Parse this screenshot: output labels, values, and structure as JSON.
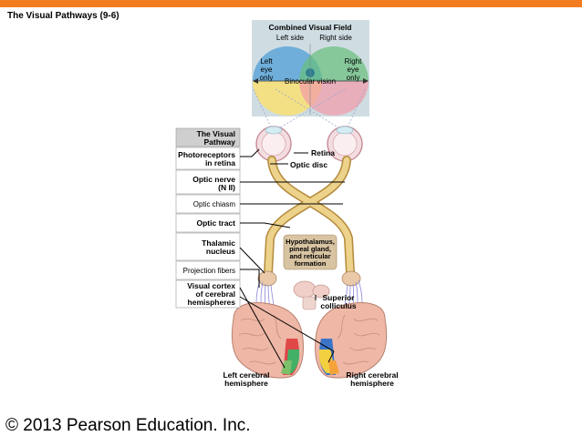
{
  "slide": {
    "title": "The Visual Pathways (9-6)",
    "copyright": "© 2013 Pearson Education. Inc.",
    "accent_color": "#f47c20"
  },
  "visual_field": {
    "title": "Combined Visual Field",
    "left_side": "Left side",
    "right_side": "Right side",
    "left_only": [
      "Left",
      "eye",
      "only"
    ],
    "right_only": [
      "Right",
      "eye",
      "only"
    ],
    "binocular": "Binocular vision",
    "colors": {
      "blue": "#5ea6d8",
      "green": "#66bf7a",
      "yellow": "#f6e07a",
      "pink": "#f29aa8",
      "panel": "#cfdde3"
    }
  },
  "pathway_box": {
    "title": [
      "The Visual",
      "Pathway"
    ],
    "items": [
      {
        "id": "photoreceptors",
        "lines": [
          "Photoreceptors",
          "in retina"
        ]
      },
      {
        "id": "optic-nerve",
        "lines": [
          "Optic nerve",
          "(N II)"
        ]
      },
      {
        "id": "optic-chiasm",
        "lines": [
          "Optic chiasm"
        ]
      },
      {
        "id": "optic-tract",
        "lines": [
          "Optic tract"
        ]
      },
      {
        "id": "thalamic-nucleus",
        "lines": [
          "Thalamic",
          "nucleus"
        ]
      },
      {
        "id": "projection-fibers",
        "lines": [
          "Projection fibers"
        ]
      },
      {
        "id": "visual-cortex",
        "lines": [
          "Visual cortex",
          "of cerebral",
          "hemispheres"
        ]
      }
    ]
  },
  "labels": {
    "retina": "Retina",
    "optic_disc": "Optic disc",
    "hypothalamus": [
      "Hypothalamus,",
      "pineal gland,",
      "and reticular",
      "formation"
    ],
    "superior_colliculus": [
      "Superior",
      "colliculus"
    ],
    "left_hemisphere": [
      "Left cerebral",
      "hemisphere"
    ],
    "right_hemisphere": [
      "Right cerebral",
      "hemisphere"
    ]
  }
}
